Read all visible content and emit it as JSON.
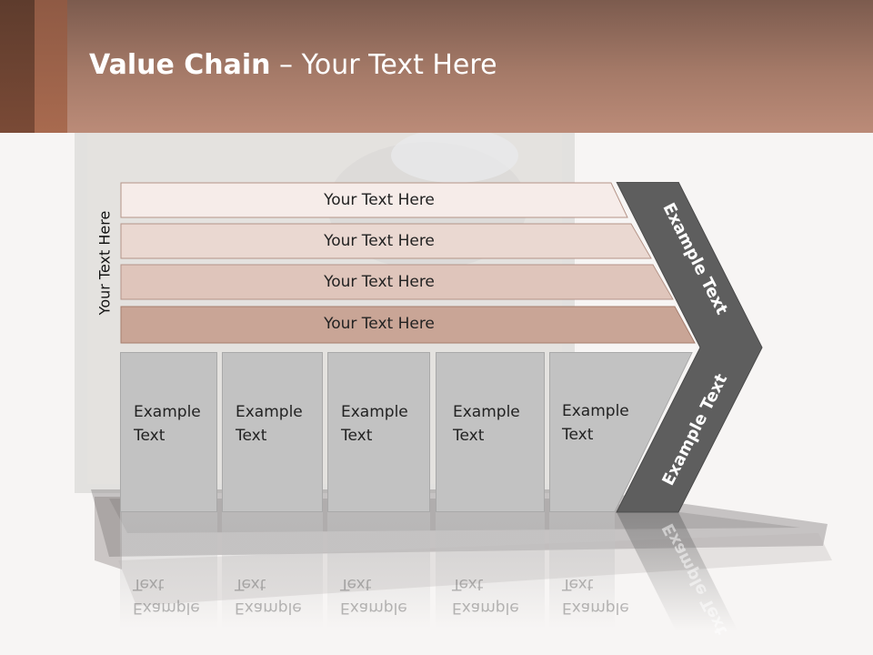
{
  "slide": {
    "title_bold": "Value Chain",
    "title_rest": " – Your Text Here",
    "side_label": "Your Text Here",
    "bands": [
      "Your Text Here",
      "Your Text Here",
      "Your Text Here",
      "Your Text Here"
    ],
    "boxes": [
      {
        "line1": "Example",
        "line2": "Text"
      },
      {
        "line1": "Example",
        "line2": "Text"
      },
      {
        "line1": "Example",
        "line2": "Text"
      },
      {
        "line1": "Example",
        "line2": "Text"
      },
      {
        "line1": "Example",
        "line2": "Text"
      }
    ],
    "chevron_top_label": "Example Text",
    "chevron_bottom_label": "Example Text"
  },
  "colors": {
    "header": "#a57a68",
    "band_1": "#f6ece9",
    "band_2": "#ead8d1",
    "band_3": "#dfc5bb",
    "band_4": "#c9a596",
    "box_fill": "#c2c2c2",
    "chevron": "#5e5e5e"
  }
}
